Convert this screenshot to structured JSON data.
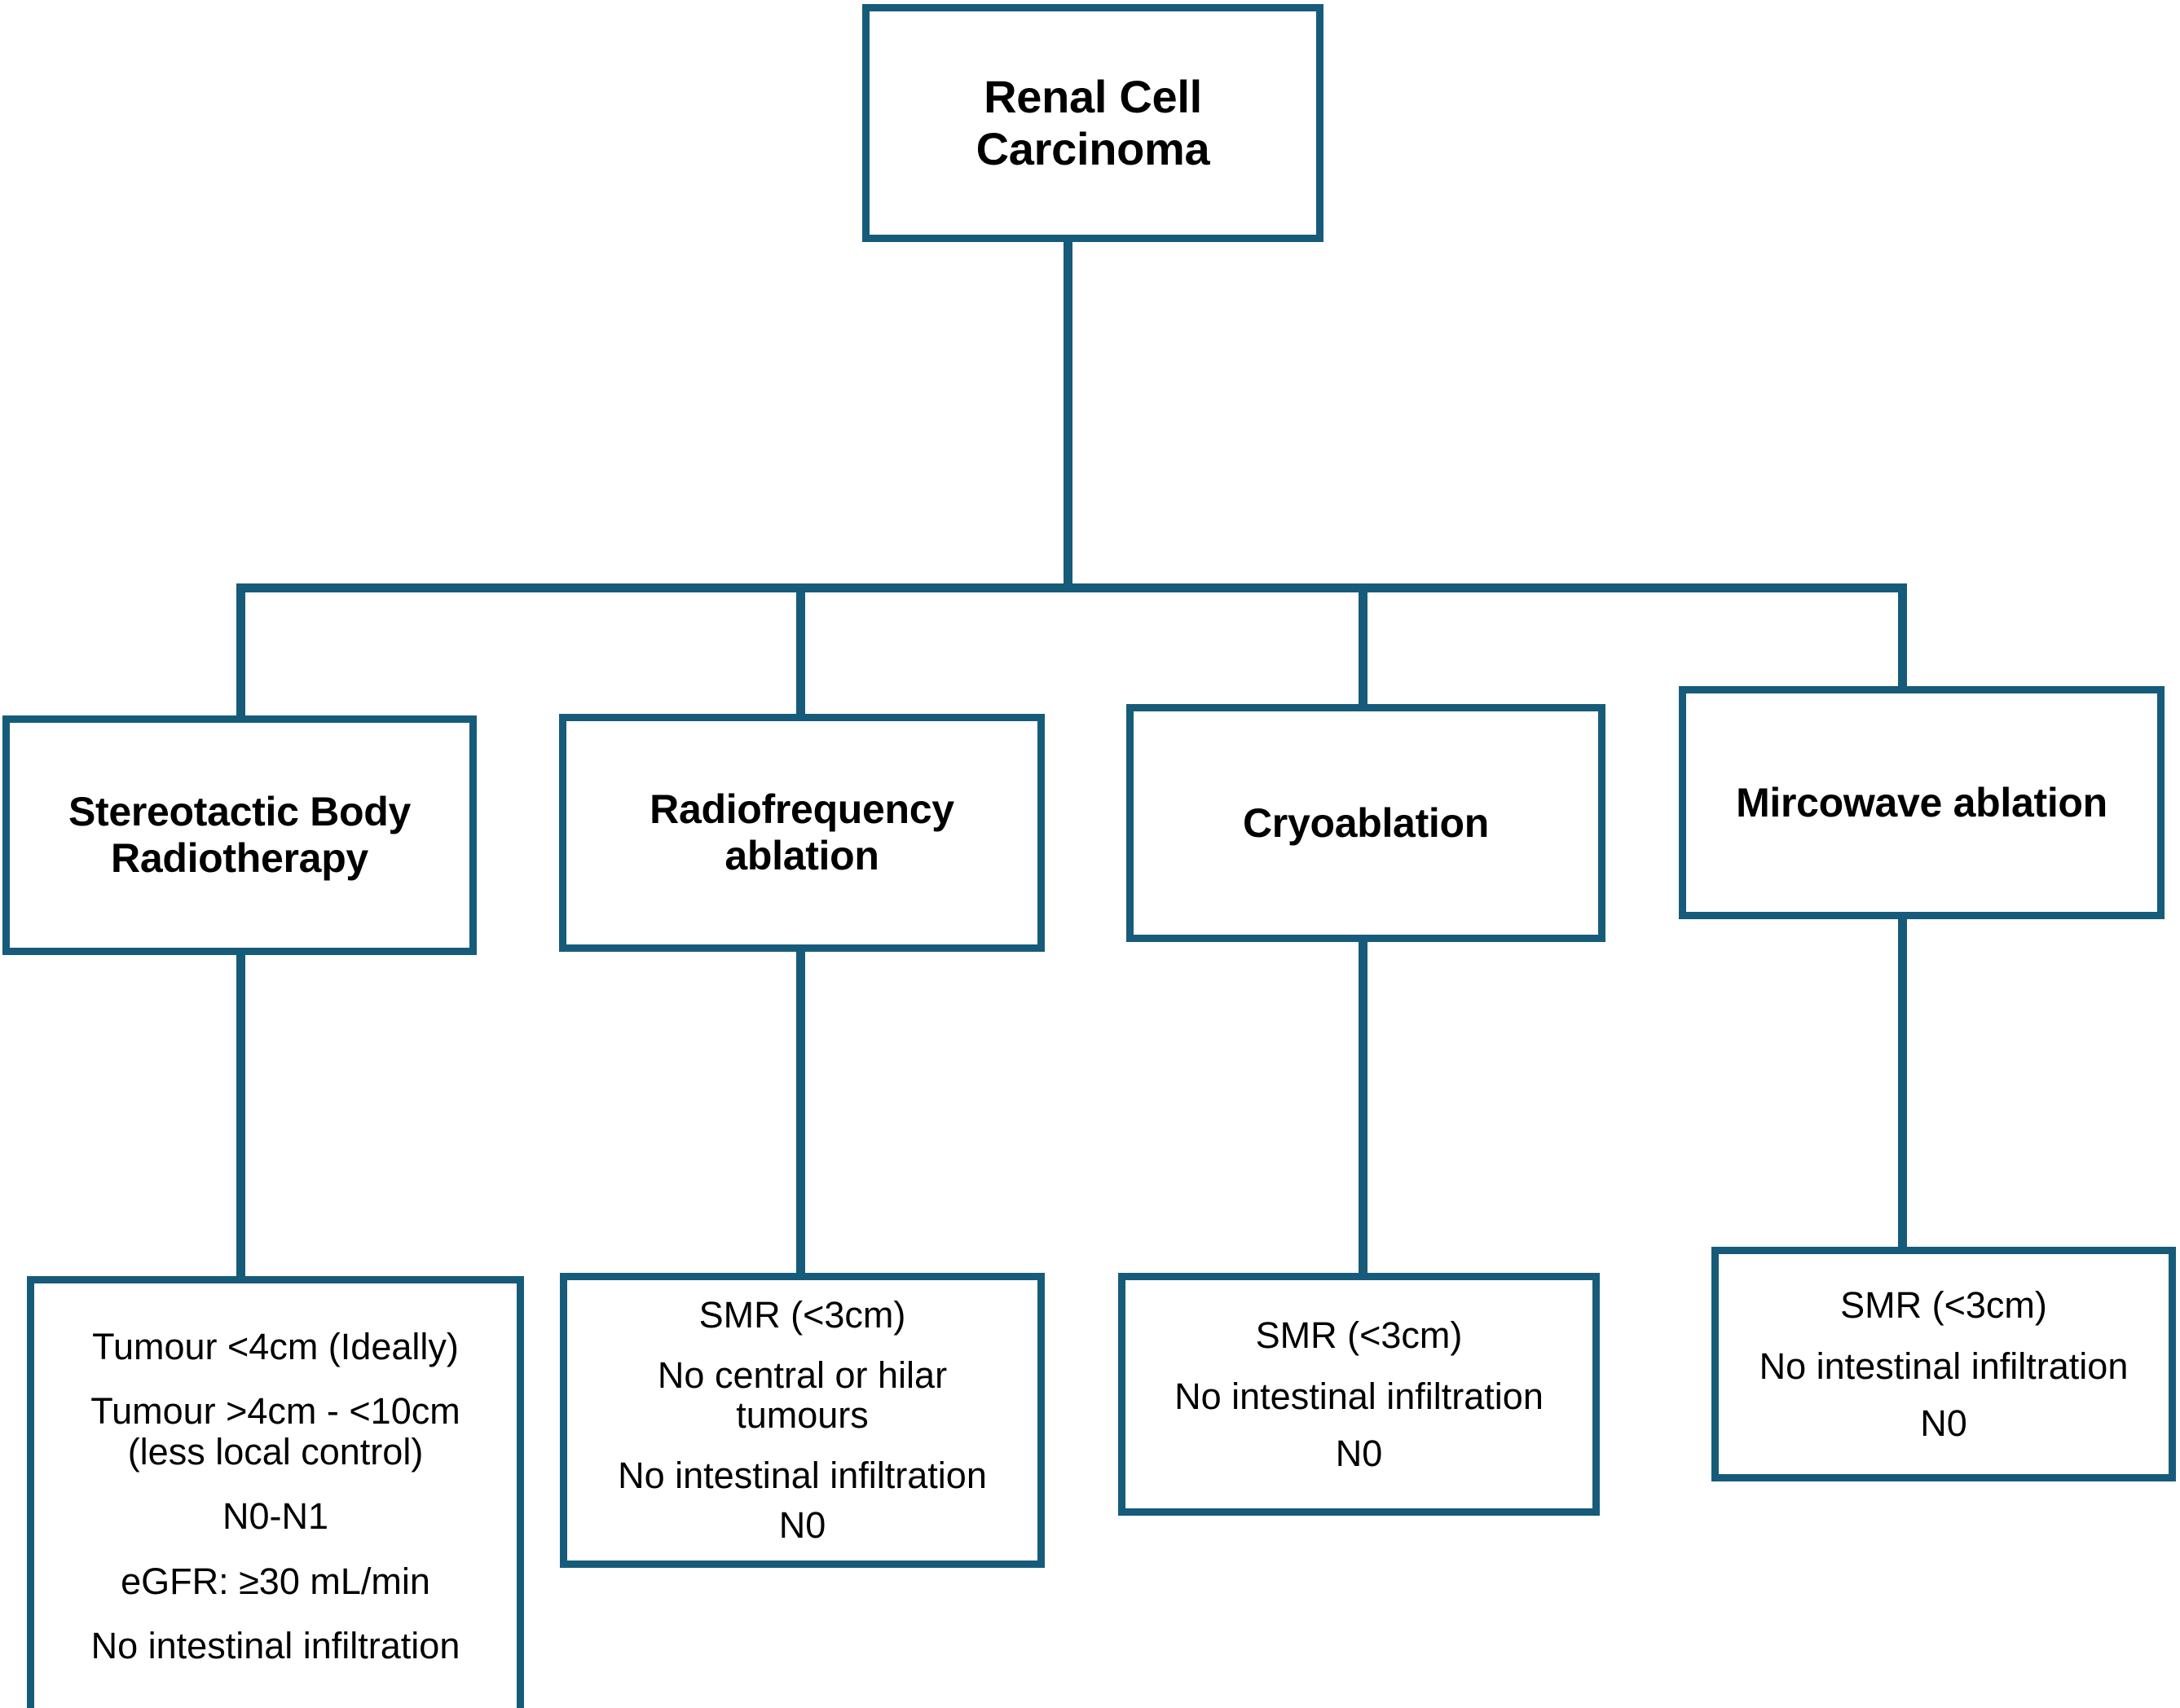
{
  "diagram": {
    "title_node": {
      "label": "Renal Cell Carcinoma"
    },
    "colors": {
      "stroke": "#175b7a",
      "text": "#000000",
      "background": "#ffffff"
    },
    "modalities": [
      {
        "id": "sbrt",
        "label": "Stereotactic Body Radiotherapy",
        "criteria": [
          "Tumour <4cm (Ideally)",
          "Tumour >4cm - <10cm (less local control)",
          "N0-N1",
          "eGFR: ≥30 mL/min",
          "No intestinal infiltration"
        ]
      },
      {
        "id": "rfa",
        "label": "Radiofrequency ablation",
        "criteria": [
          "SMR (<3cm)",
          "No central or hilar tumours",
          "No intestinal infiltration",
          "N0"
        ]
      },
      {
        "id": "cryo",
        "label": "Cryoablation",
        "criteria": [
          "SMR (<3cm)",
          "No intestinal infiltration",
          "N0"
        ]
      },
      {
        "id": "mwa",
        "label": "Mircowave ablation",
        "criteria": [
          "SMR (<3cm)",
          "No intestinal infiltration",
          "N0"
        ]
      }
    ]
  }
}
